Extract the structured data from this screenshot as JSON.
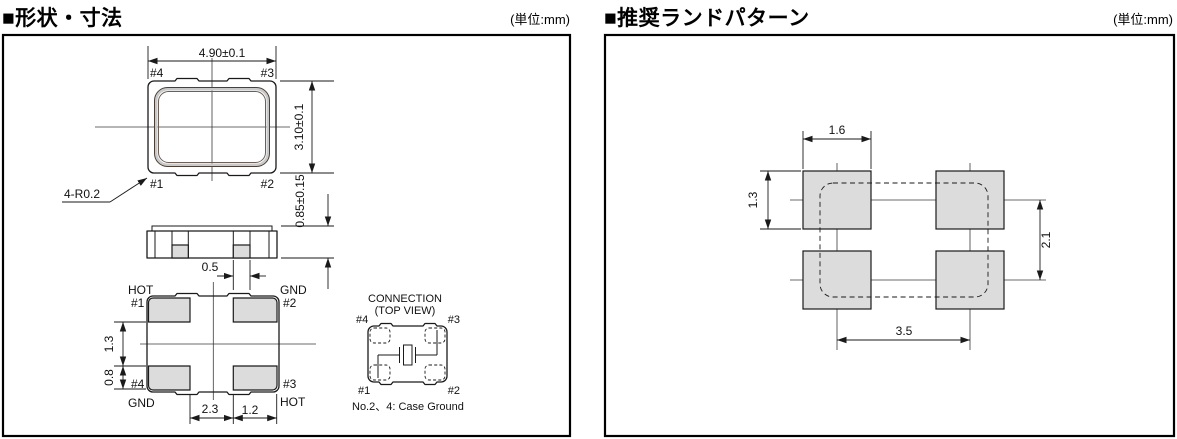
{
  "page": {
    "background": "#ffffff",
    "line_color": "#1a1a1a",
    "pad_fill": "#dcdcdc"
  },
  "left_panel": {
    "title": "■形状・寸法",
    "unit": "(単位:mm)",
    "top_view": {
      "dim_width": "4.90±0.1",
      "dim_height": "3.10±0.1",
      "dim_thickness": "0.85±0.15",
      "corner_note": "4-R0.2",
      "pin_top_left": "#4",
      "pin_top_right": "#3",
      "pin_bottom_left": "#1",
      "pin_bottom_right": "#2"
    },
    "side_view": {
      "dim_pad_width": "0.5"
    },
    "bottom_view": {
      "func_top_left": "HOT",
      "pin_top_left": "#1",
      "func_top_right": "GND",
      "pin_top_right": "#2",
      "pin_bottom_left": "#4",
      "func_bottom_left": "GND",
      "pin_bottom_right": "#3",
      "func_bottom_right": "HOT",
      "dim_gap_vertical": "1.3",
      "dim_pad_height": "0.8",
      "dim_gap_horizontal": "2.3",
      "dim_pad_width": "1.2"
    },
    "connection": {
      "title": "CONNECTION",
      "subtitle": "(TOP VIEW)",
      "pin_top_left": "#4",
      "pin_top_right": "#3",
      "pin_bottom_left": "#1",
      "pin_bottom_right": "#2",
      "note": "No.2、4: Case Ground"
    }
  },
  "right_panel": {
    "title": "■推奨ランドパターン",
    "unit": "(単位:mm)",
    "dims": {
      "pad_width": "1.6",
      "pad_height": "1.3",
      "pitch_vertical": "2.1",
      "pitch_horizontal": "3.5"
    }
  }
}
